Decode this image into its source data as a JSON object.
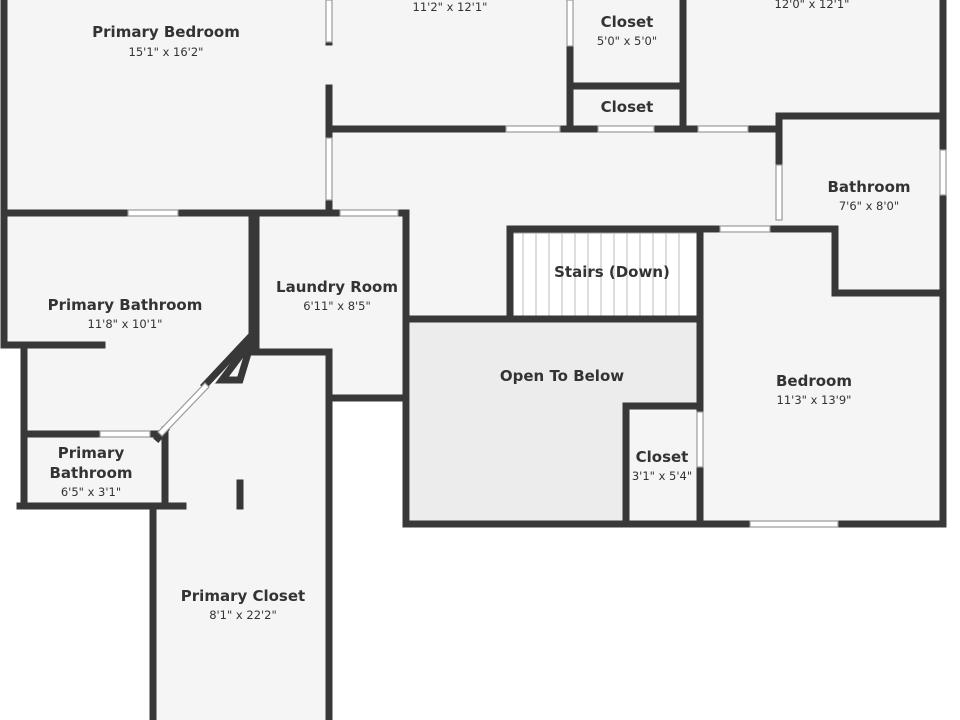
{
  "rooms": {
    "primary_bedroom": {
      "name": "Primary Bedroom",
      "dims": "15'1\" x 16'2\""
    },
    "top_mid_bedroom": {
      "dims": "11'2\" x 12'1\""
    },
    "closet_top": {
      "name": "Closet",
      "dims": "5'0\" x 5'0\""
    },
    "closet_small": {
      "name": "Closet"
    },
    "top_right_bedroom": {
      "dims": "12'0\" x 12'1\""
    },
    "bathroom": {
      "name": "Bathroom",
      "dims": "7'6\" x 8'0\""
    },
    "stairs": {
      "name": "Stairs (Down)"
    },
    "laundry_room": {
      "name": "Laundry Room",
      "dims": "6'11\" x 8'5\""
    },
    "primary_bathroom": {
      "name": "Primary Bathroom",
      "dims": "11'8\" x 10'1\""
    },
    "primary_bathroom_small": {
      "name_line1": "Primary",
      "name_line2": "Bathroom",
      "dims": "6'5\" x 3'1\""
    },
    "open_to_below": {
      "name": "Open To Below"
    },
    "closet_bedroom": {
      "name": "Closet",
      "dims": "3'1\" x 5'4\""
    },
    "bedroom": {
      "name": "Bedroom",
      "dims": "11'3\" x 13'9\""
    },
    "primary_closet": {
      "name": "Primary Closet",
      "dims": "8'1\" x 22'2\""
    }
  }
}
